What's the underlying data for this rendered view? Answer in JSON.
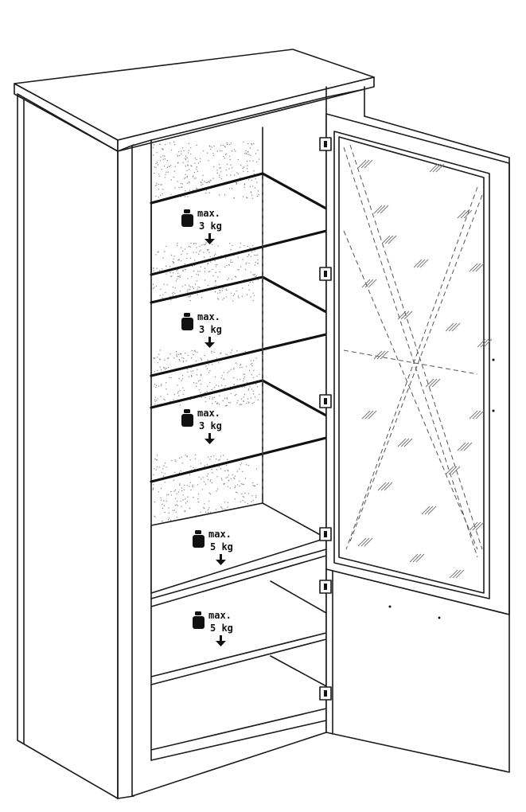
{
  "load_labels": [
    {
      "prefix": "max.",
      "value": "3 kg"
    },
    {
      "prefix": "max.",
      "value": "3 kg"
    },
    {
      "prefix": "max.",
      "value": "3 kg"
    },
    {
      "prefix": "max.",
      "value": "5 kg"
    },
    {
      "prefix": "max.",
      "value": "5 kg"
    }
  ],
  "colors": {
    "line": "#1a1a1a",
    "background": "#ffffff",
    "speckle": "#888888"
  },
  "icons": [
    "weight-icon",
    "down-arrow-icon",
    "hinge-icon"
  ]
}
